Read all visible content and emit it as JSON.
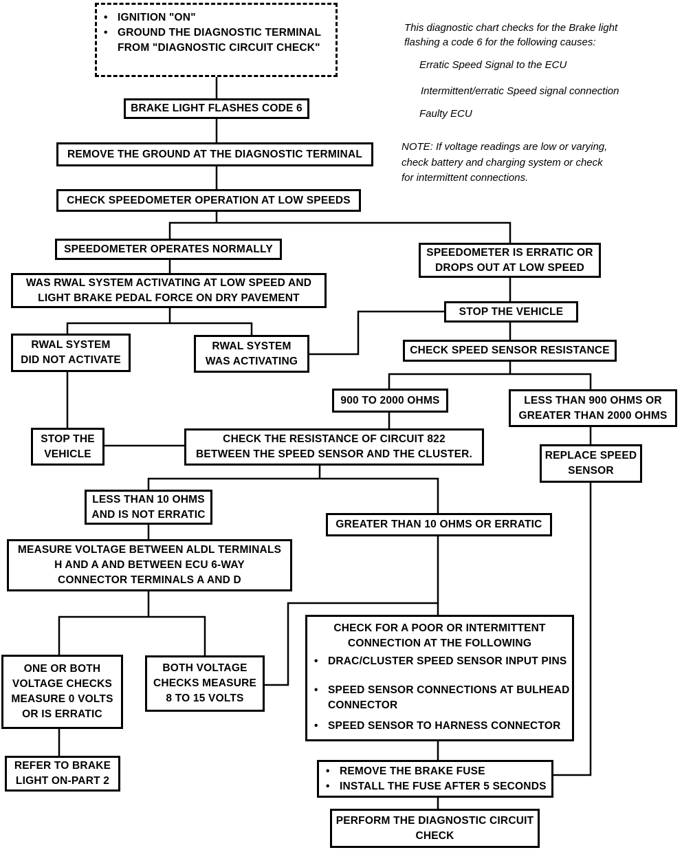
{
  "start": {
    "bullets": [
      "IGNITION \"ON\"",
      "GROUND THE DIAGNOSTIC TERMINAL FROM \"DIAGNOSTIC CIRCUIT CHECK\""
    ]
  },
  "notes": {
    "intro_line1": "This diagnostic chart checks for the Brake light",
    "intro_line2": "flashing a code 6 for the following causes:",
    "cause1": "Erratic Speed Signal to the ECU",
    "cause2": "Intermittent/erratic Speed signal connection",
    "cause3": "Faulty ECU",
    "note_line1": "NOTE: If voltage readings are low or varying,",
    "note_line2": "check battery and charging system or check",
    "note_line3": "for intermittent connections."
  },
  "steps": {
    "flashes": "BRAKE LIGHT FLASHES CODE 6",
    "remove_ground": "REMOVE THE GROUND AT THE DIAGNOSTIC TERMINAL",
    "check_speedo": "CHECK SPEEDOMETER OPERATION AT LOW SPEEDS",
    "speedo_normal": "SPEEDOMETER OPERATES NORMALLY",
    "speedo_erratic": [
      "SPEEDOMETER IS ERRATIC OR",
      "DROPS OUT AT LOW SPEED"
    ],
    "rwal_question": [
      "WAS RWAL SYSTEM ACTIVATING AT LOW SPEED AND",
      "LIGHT BRAKE PEDAL FORCE ON DRY PAVEMENT"
    ],
    "stop_vehicle_right": "STOP THE VEHICLE",
    "rwal_not": [
      "RWAL SYSTEM",
      "DID NOT ACTIVATE"
    ],
    "rwal_was": [
      "RWAL SYSTEM",
      "WAS ACTIVATING"
    ],
    "check_sensor_res": "CHECK SPEED SENSOR RESISTANCE",
    "range_ok": "900 TO 2000 OHMS",
    "range_bad": [
      "LESS THAN 900 OHMS OR",
      "GREATER THAN 2000 OHMS"
    ],
    "stop_vehicle_left": [
      "STOP THE",
      "VEHICLE"
    ],
    "check_circuit": [
      "CHECK THE RESISTANCE OF CIRCUIT 822",
      "BETWEEN THE SPEED SENSOR AND THE CLUSTER."
    ],
    "replace_sensor": [
      "REPLACE SPEED",
      "SENSOR"
    ],
    "less_10": [
      "LESS THAN 10 OHMS",
      "AND IS NOT ERRATIC"
    ],
    "greater_10": "GREATER THAN 10 OHMS OR ERRATIC",
    "measure_voltage": [
      "MEASURE VOLTAGE BETWEEN ALDL TERMINALS",
      "H AND A AND BETWEEN ECU 6-WAY",
      "CONNECTOR TERMINALS A AND D"
    ],
    "one_or_both": [
      "ONE OR BOTH",
      "VOLTAGE CHECKS",
      "MEASURE 0 VOLTS",
      "OR IS ERRATIC"
    ],
    "both_measure": [
      "BOTH VOLTAGE",
      "CHECKS MEASURE",
      "8 to 15 VOLTS"
    ],
    "check_poor": {
      "header": [
        "CHECK FOR A POOR OR INTERMITTENT",
        "CONNECTION AT THE FOLLOWING"
      ],
      "items": [
        [
          "DRAC/CLUSTER SPEED SENSOR INPUT PINS"
        ],
        [
          "SPEED SENSOR CONNECTIONS AT BULHEAD",
          "CONNECTOR"
        ],
        [
          "SPEED SENSOR TO HARNESS CONNECTOR"
        ]
      ]
    },
    "refer_part2": [
      "REFER TO BRAKE",
      "LIGHT ON-PART 2"
    ],
    "remove_fuse": [
      "REMOVE THE BRAKE FUSE",
      "INSTALL THE FUSE AFTER 5 SECONDS"
    ],
    "perform_check": [
      "PERFORM THE DIAGNOSTIC CIRCUIT",
      "CHECK"
    ]
  },
  "bullet_glyph": "•",
  "style": {
    "line_color": "#000000",
    "box_border": "#000000",
    "background": "#ffffff"
  }
}
